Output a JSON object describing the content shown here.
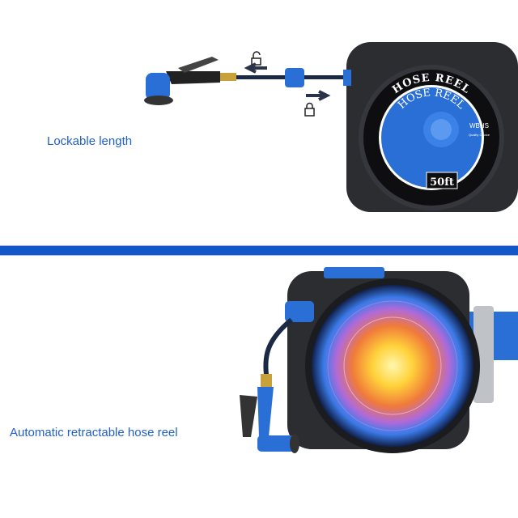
{
  "top_section": {
    "caption": "Lockable length",
    "reel_label": {
      "ring_text": "HOSE REEL",
      "center_title": "HOSE REEL",
      "brand": "WBHS",
      "brand_tagline": "Quality Choice",
      "length_badge": "50ft"
    },
    "icons": [
      "unlock-icon",
      "arrow-left-icon",
      "lock-icon",
      "arrow-right-icon"
    ]
  },
  "bottom_section": {
    "caption": "Automatic retractable hose reel"
  },
  "colors": {
    "accent_blue": "#1f5fd1",
    "divider": "#1257c8",
    "reel_body": "#2b2d31",
    "reel_blue": "#2a6fd6"
  }
}
